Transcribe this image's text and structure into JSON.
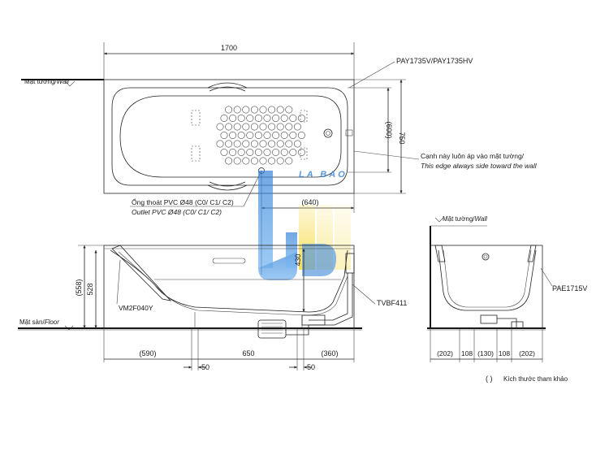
{
  "plan": {
    "width_dim": "1700",
    "model": "PAY1735V/PAY1735HV",
    "wall_label": "Mặt tường/",
    "wall_label_it": "Wall",
    "depth_inner_dim": "(600)",
    "depth_outer_dim": "750",
    "edge_note_vi": "Cạnh này luôn áp vào mặt tường/",
    "edge_note_en": "This edge always side toward the wall",
    "outlet_vi": "Ống thoát PVC Ø48 (C0/ C1/ C2)",
    "outlet_en": "Outlet PVC Ø48 (C0/ C1/ C2)",
    "outlet_offset_dim": "(640)"
  },
  "elevation": {
    "total_height_dim": "(558)",
    "rim_height_dim": "528",
    "depth_dim": "430",
    "leg_model": "VM2F040Y",
    "drain_model": "TVBF411",
    "floor_label": "Mặt sàn/",
    "floor_label_it": "Floor",
    "dim_left": "(590)",
    "dim_mid": "650",
    "dim_right": "(360)",
    "dim_leg_a": "50",
    "dim_leg_b": "50"
  },
  "side": {
    "wall_label": "Mặt tường/",
    "wall_label_it": "Wall",
    "apron_model": "PAE1715V",
    "dims": [
      "(202)",
      "108",
      "(130)",
      "108",
      "(202)"
    ]
  },
  "legend": {
    "bracket": "(      )",
    "text": "Kích thước tham khảo"
  },
  "watermark": {
    "text": "LA BAO",
    "colors": {
      "blue": "#2f7fd6",
      "yellow": "#f2d21b"
    }
  }
}
